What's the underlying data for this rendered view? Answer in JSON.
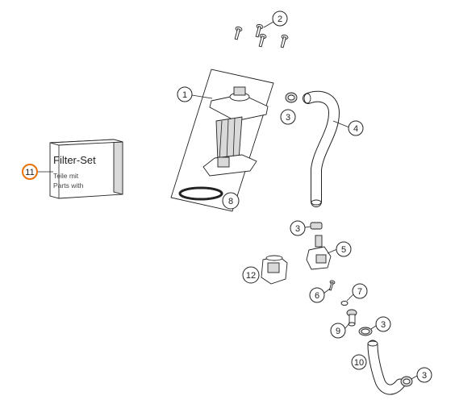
{
  "callouts": [
    {
      "id": "c1",
      "number": "1"
    },
    {
      "id": "c2",
      "number": "2"
    },
    {
      "id": "c3a",
      "number": "3"
    },
    {
      "id": "c3b",
      "number": "3"
    },
    {
      "id": "c3c",
      "number": "3"
    },
    {
      "id": "c3d",
      "number": "3"
    },
    {
      "id": "c4",
      "number": "4"
    },
    {
      "id": "c5",
      "number": "5"
    },
    {
      "id": "c6",
      "number": "6"
    },
    {
      "id": "c7",
      "number": "7"
    },
    {
      "id": "c8",
      "number": "8"
    },
    {
      "id": "c9",
      "number": "9"
    },
    {
      "id": "c10",
      "number": "10"
    },
    {
      "id": "c11",
      "number": "11",
      "highlight": true
    },
    {
      "id": "c12",
      "number": "12"
    }
  ],
  "filter_set_box": {
    "title": "Filter-Set",
    "line1": "Teile mit",
    "line2": "Parts with"
  },
  "colors": {
    "line": "#222222",
    "highlight": "#e8730c",
    "part_fill": "#ffffff",
    "shade": "#d9d9d9"
  }
}
